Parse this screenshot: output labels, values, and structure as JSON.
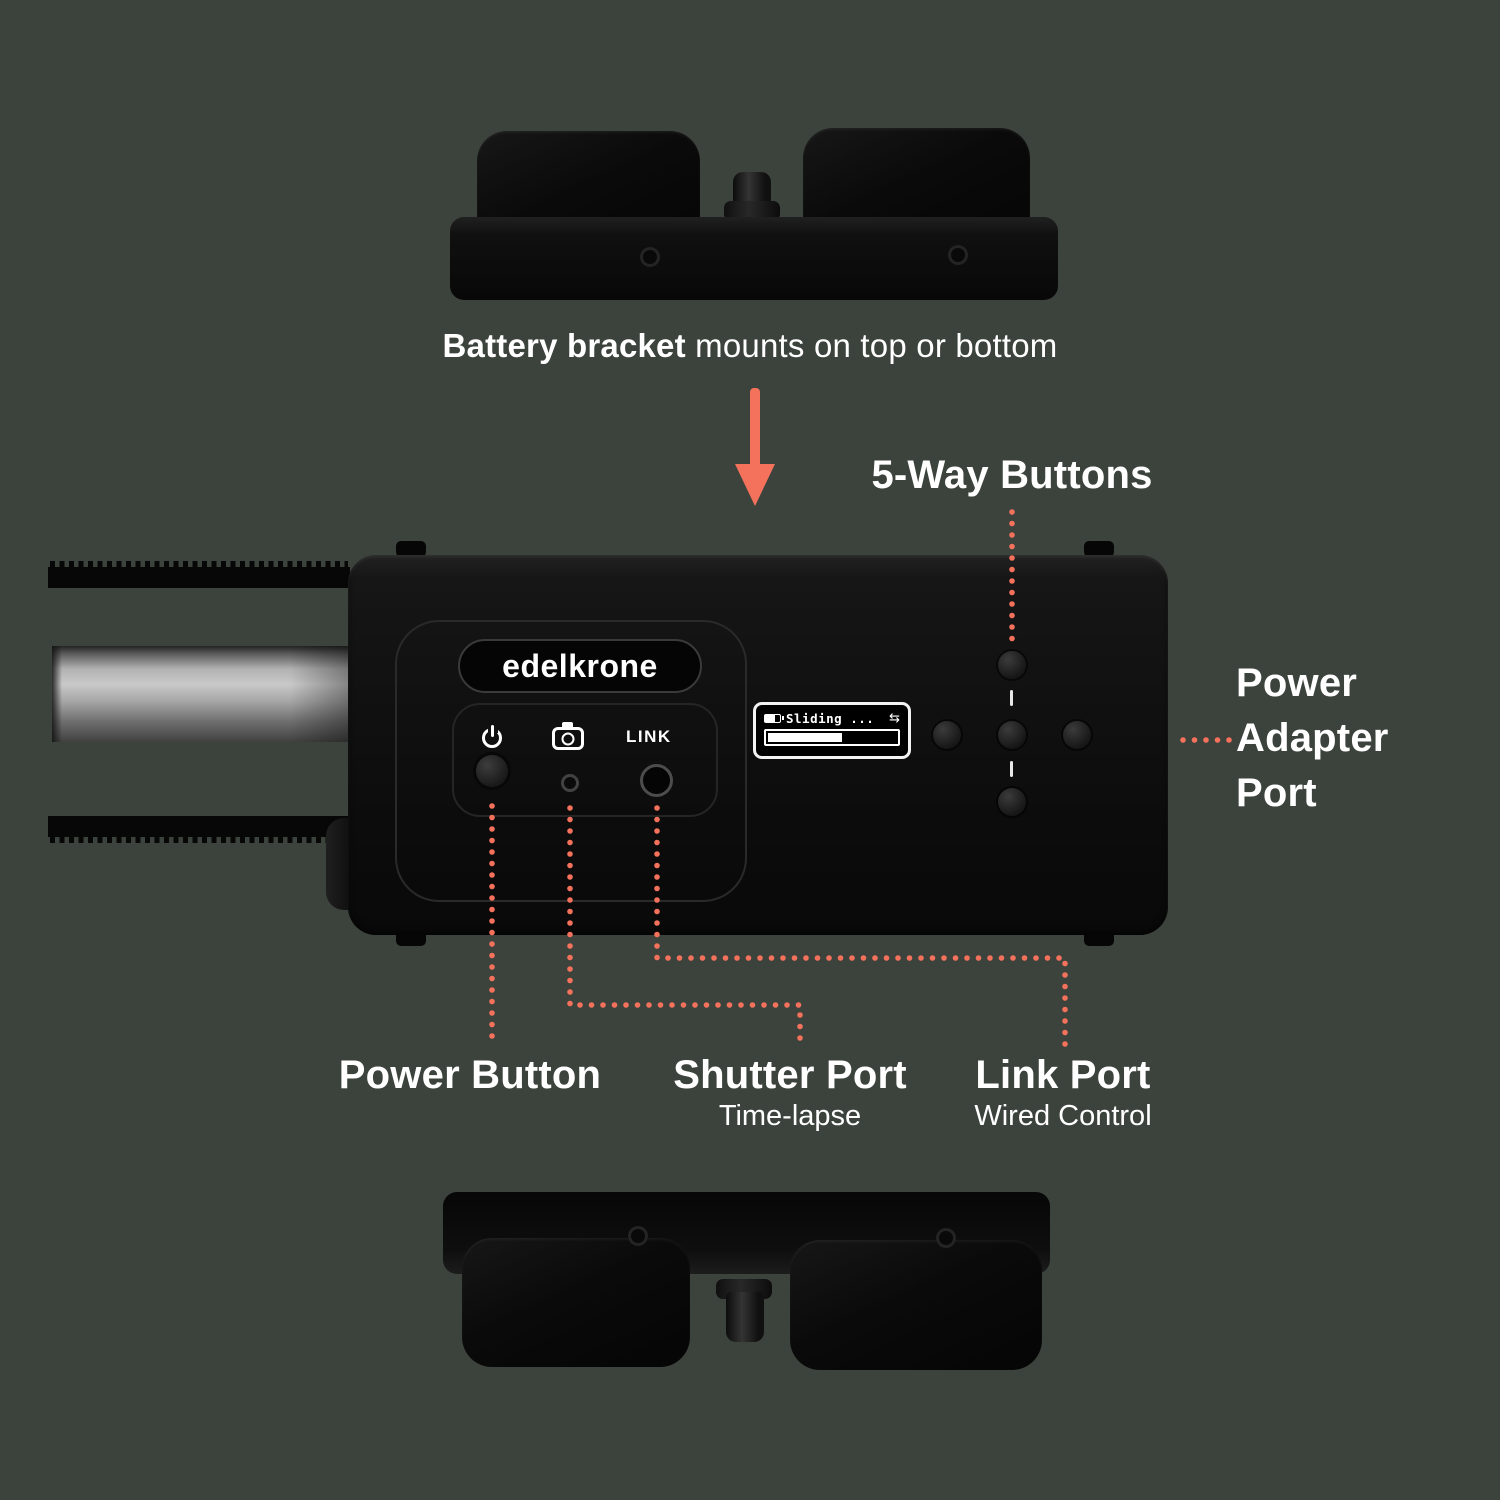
{
  "colors": {
    "background": "#3c433d",
    "accent": "#f4715c",
    "text": "#ffffff",
    "device": "#0d0d0d"
  },
  "caption": {
    "bold": "Battery bracket",
    "rest": " mounts on top or bottom"
  },
  "labels": {
    "five_way": "5-Way Buttons",
    "power_adapter": [
      "Power",
      "Adapter",
      "Port"
    ],
    "power_button": "Power Button",
    "shutter_port": "Shutter Port",
    "shutter_sub": "Time-lapse",
    "link_port": "Link Port",
    "link_sub": "Wired Control"
  },
  "device": {
    "brand": "edelkrone",
    "link_label": "LINK",
    "screen": {
      "status": "Sliding ...",
      "arrow": "⇆",
      "progress_width": "56%"
    }
  },
  "icons": {
    "power": "power-symbol",
    "camera": "camera-outline",
    "battery": "battery-level",
    "loop_arrow": "bounce-arrows",
    "down_arrow": "down-arrow",
    "screw": "screw-circle"
  }
}
